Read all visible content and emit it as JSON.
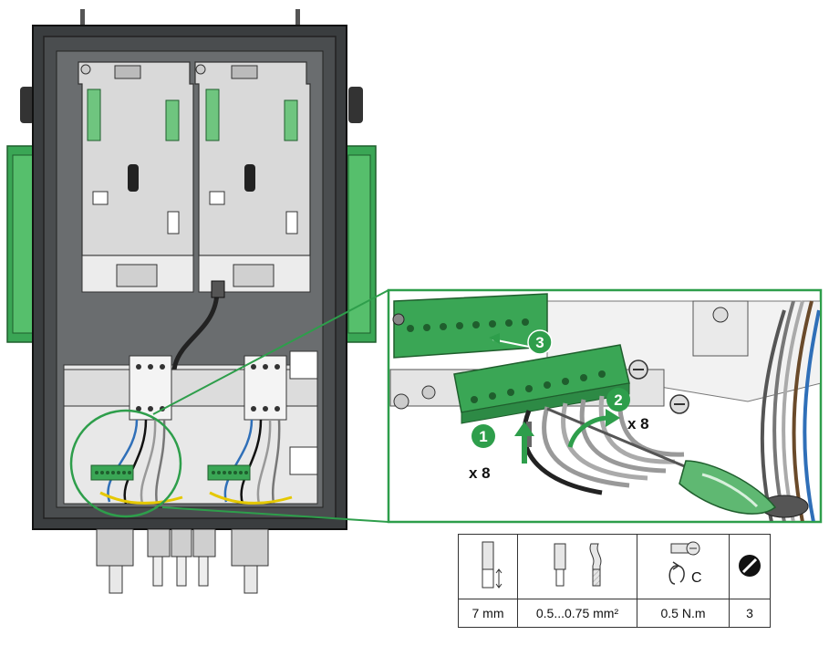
{
  "steps": [
    {
      "number": "1",
      "count": "x 8"
    },
    {
      "number": "2",
      "count": "x 8"
    },
    {
      "number": "3"
    }
  ],
  "spec_table": {
    "strip_length": "7 mm",
    "wire_section": "0.5...0.75 mm²",
    "torque": "0.5 N.m",
    "screwdriver_size": "3",
    "torque_symbol_letter": "C"
  },
  "colors": {
    "accent_green": "#2e9e4b",
    "terminal_green": "#3aa655",
    "enclosure": "#3a3d3f",
    "frame_border": "#2e9e4b"
  },
  "icons": [
    "wire-strip-icon",
    "ferrule-icon",
    "stranded-wire-icon",
    "screw-icon",
    "torque-icon",
    "flat-screwdriver-icon"
  ]
}
